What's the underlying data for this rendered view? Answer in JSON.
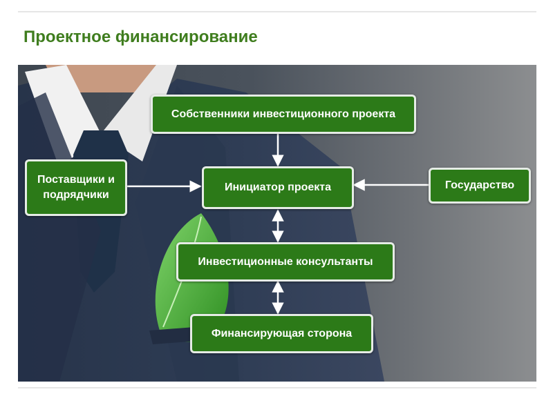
{
  "title": "Проектное финансирование",
  "colors": {
    "title": "#3f7d1e",
    "box_fill": "#2c7a18",
    "box_border": "#e6ece6",
    "arrow": "#ffffff"
  },
  "diagram": {
    "nodes": {
      "owners": "Собственники инвестиционного проекта",
      "suppliers": "Поставщики и подрядчики",
      "initiator": "Инициатор проекта",
      "state": "Государство",
      "consultants": "Инвестиционные консультанты",
      "financing": "Финансирующая сторона"
    }
  }
}
